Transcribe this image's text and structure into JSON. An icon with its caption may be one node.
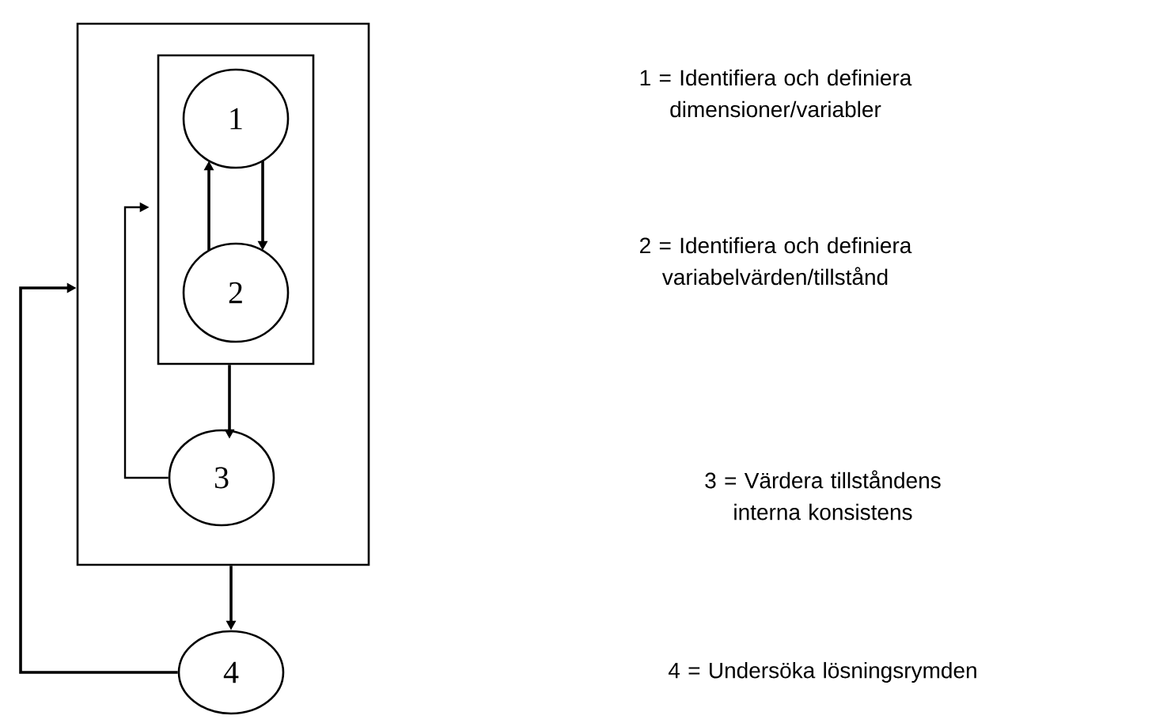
{
  "diagram": {
    "nodes": [
      {
        "text": [],
        "shape": "box"
      },
      {
        "text": [],
        "shape": "box",
        "in": 0
      },
      {
        "text": [
          "1"
        ],
        "in": 1
      },
      {
        "text": [
          "2"
        ],
        "in": 1
      },
      {
        "text": [
          "3"
        ],
        "in": 0
      },
      {
        "text": [
          "4"
        ]
      }
    ],
    "edges": [
      {
        "from": 3,
        "to": 2,
        "arrow": "to"
      },
      {
        "from": 2,
        "to": 3,
        "arrow": "to"
      },
      {
        "from": 1,
        "to": 4,
        "arrow": "to"
      },
      {
        "from": 4,
        "to": 1,
        "arrow": "to"
      },
      {
        "from": 0,
        "to": 5,
        "arrow": "to"
      },
      {
        "from": 5,
        "to": 0,
        "arrow": "to"
      }
    ],
    "labels": [
      "1 = Identifiera och definiera dimensioner/variabler",
      "2 = Identifiera och definiera variabelvärden/tillstånd",
      "3 = Värdera tillståndens interna konsistens",
      "4 = Undersöka lösningsrymden"
    ]
  }
}
